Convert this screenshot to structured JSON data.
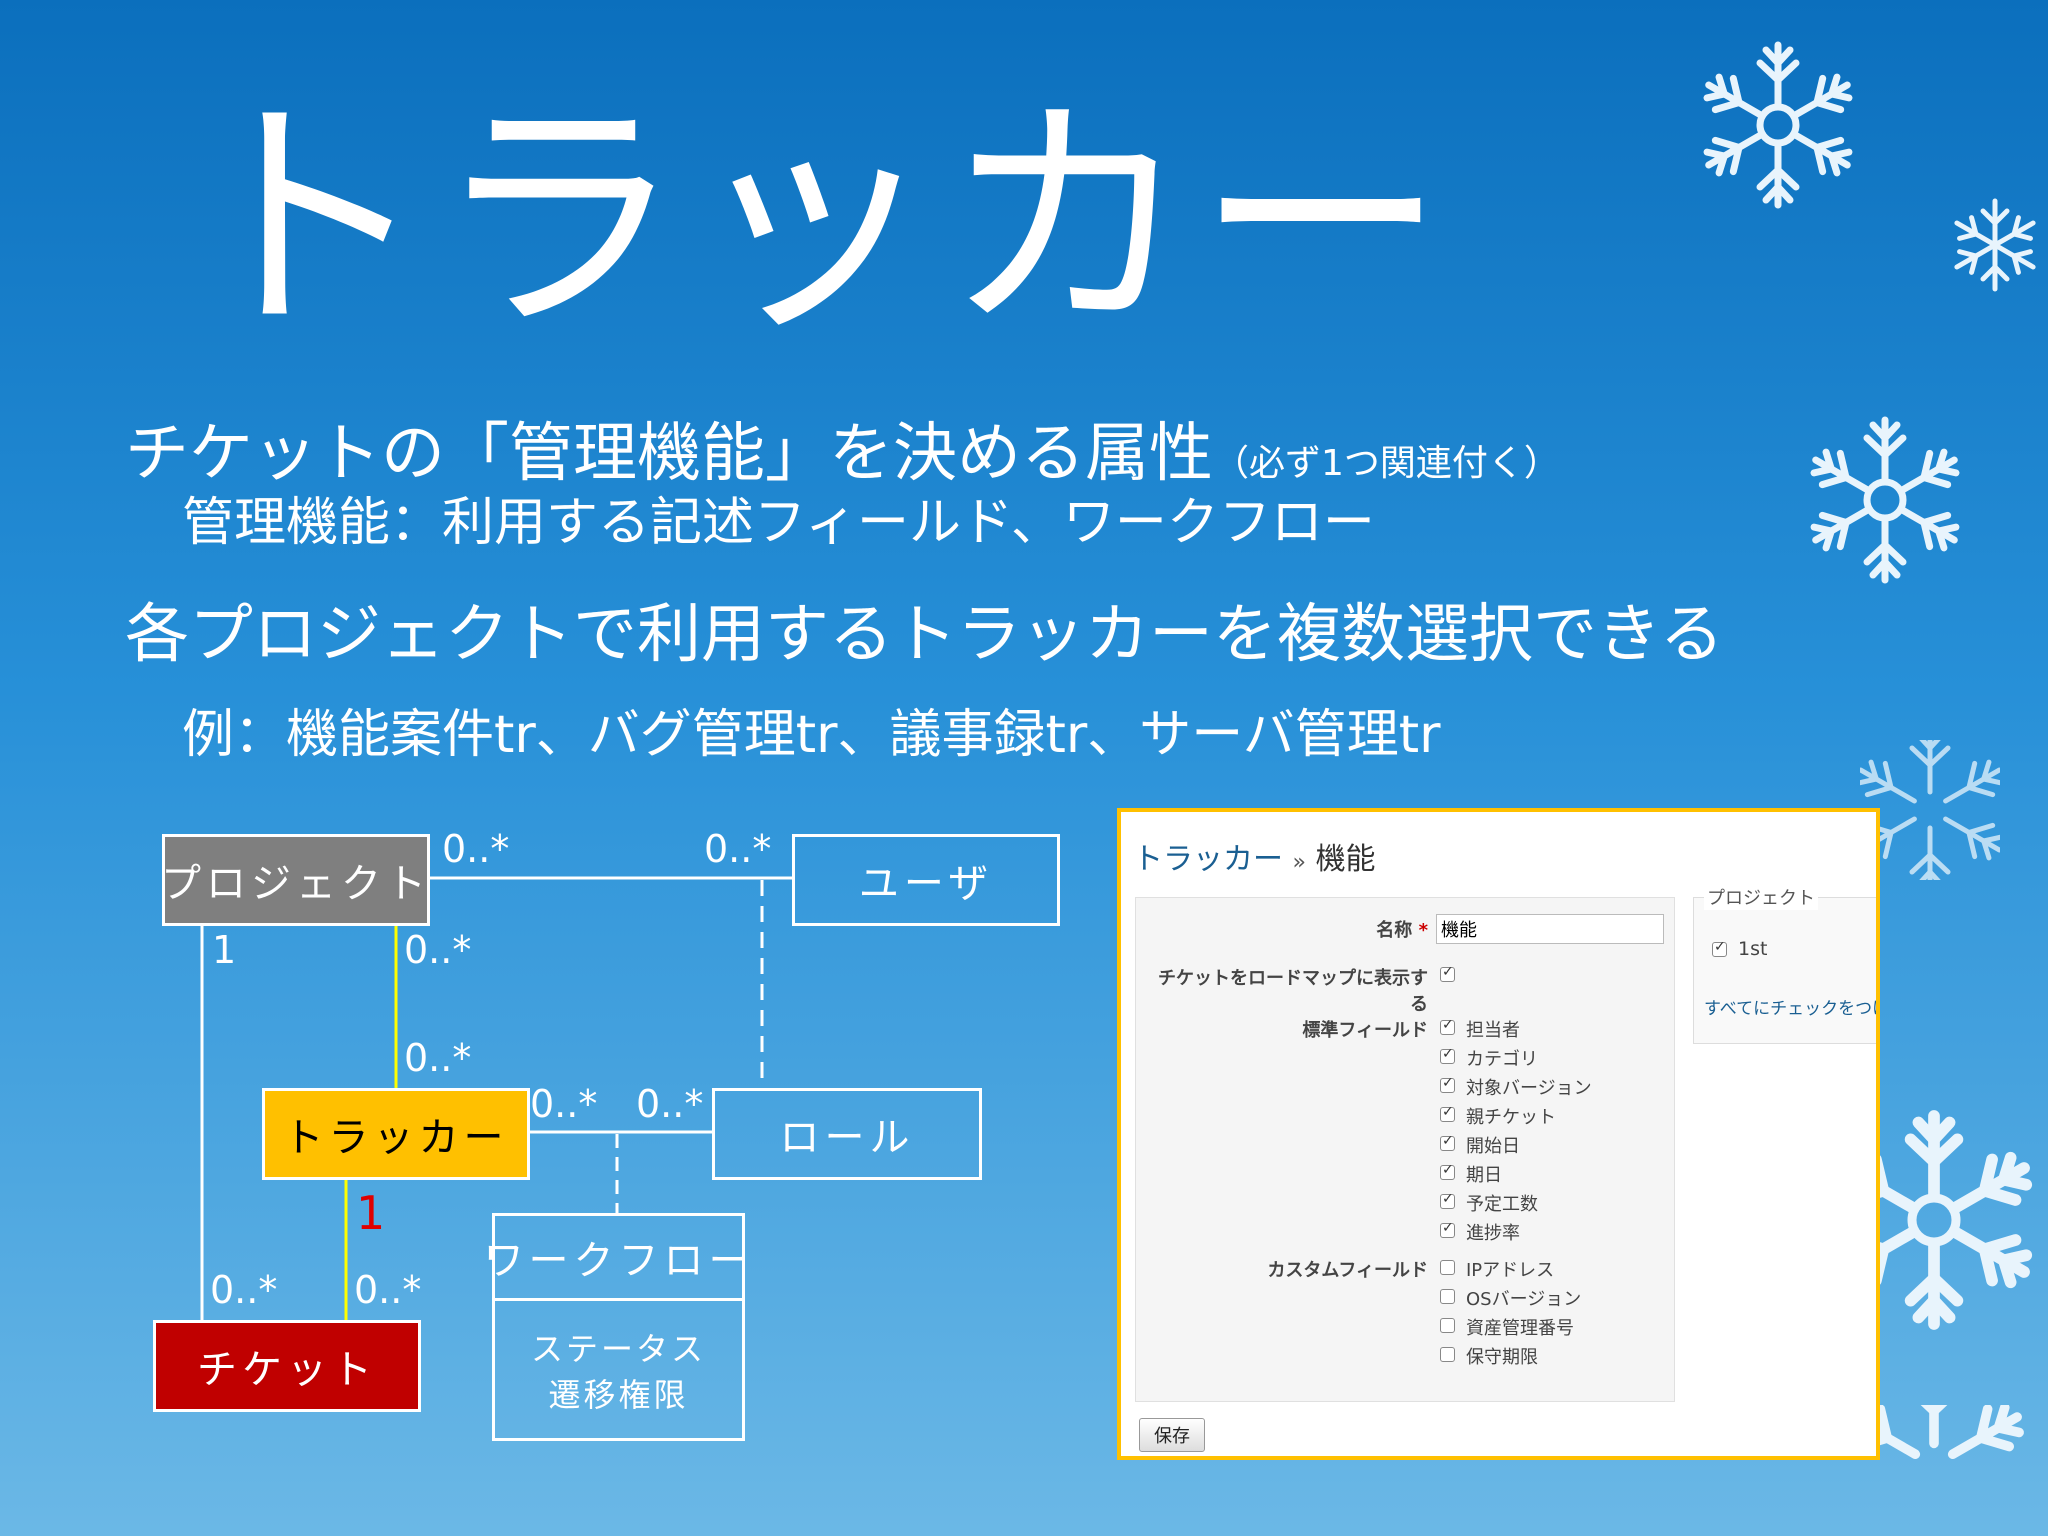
{
  "slide": {
    "title": "トラッカー",
    "line1_main": "チケットの「管理機能」を決める属性",
    "line1_note": "（必ず1つ関連付く）",
    "line2": "管理機能：利用する記述フィールド、ワークフロー",
    "line3": "各プロジェクトで利用するトラッカーを複数選択できる",
    "line4": "例：機能案件tr、バグ管理tr、議事録tr、サーバ管理tr"
  },
  "diagram": {
    "project": "プロジェクト",
    "user": "ユーザ",
    "tracker": "トラッカー",
    "role": "ロール",
    "ticket": "チケット",
    "workflow": "ワークフロー",
    "status_line1": "ステータス",
    "status_line2": "遷移権限",
    "multiplicities": {
      "proj_user_left": "0..*",
      "proj_user_right": "0..*",
      "proj_ticket": "1",
      "proj_tracker_top": "0..*",
      "proj_tracker_bottom": "0..*",
      "tracker_role_left": "0..*",
      "tracker_role_right": "0..*",
      "tracker_ticket_one": "1",
      "ticket_left": "0..*",
      "ticket_right": "0..*"
    },
    "colors": {
      "project": "#7f7f7f",
      "tracker": "#ffc000",
      "ticket": "#c00000",
      "tracker_link": "#ffff00",
      "one_red": "#e00000"
    }
  },
  "screenshot": {
    "breadcrumb_link": "トラッカー",
    "breadcrumb_sep": "»",
    "page_title": "機能",
    "name_label": "名称",
    "required_mark": "*",
    "name_value": "機能",
    "roadmap_label_1": "チケットをロードマップに表示す",
    "roadmap_label_2": "る",
    "standard_fields_label": "標準フィールド",
    "standard_fields": [
      "担当者",
      "カテゴリ",
      "対象バージョン",
      "親チケット",
      "開始日",
      "期日",
      "予定工数",
      "進捗率"
    ],
    "custom_fields_label": "カスタムフィールド",
    "custom_fields": [
      "IPアドレス",
      "OSバージョン",
      "資産管理番号",
      "保守期限"
    ],
    "projects_legend": "プロジェクト",
    "project_item": "1st",
    "check_all": "すべてにチェックをつけ",
    "save_label": "保存"
  }
}
